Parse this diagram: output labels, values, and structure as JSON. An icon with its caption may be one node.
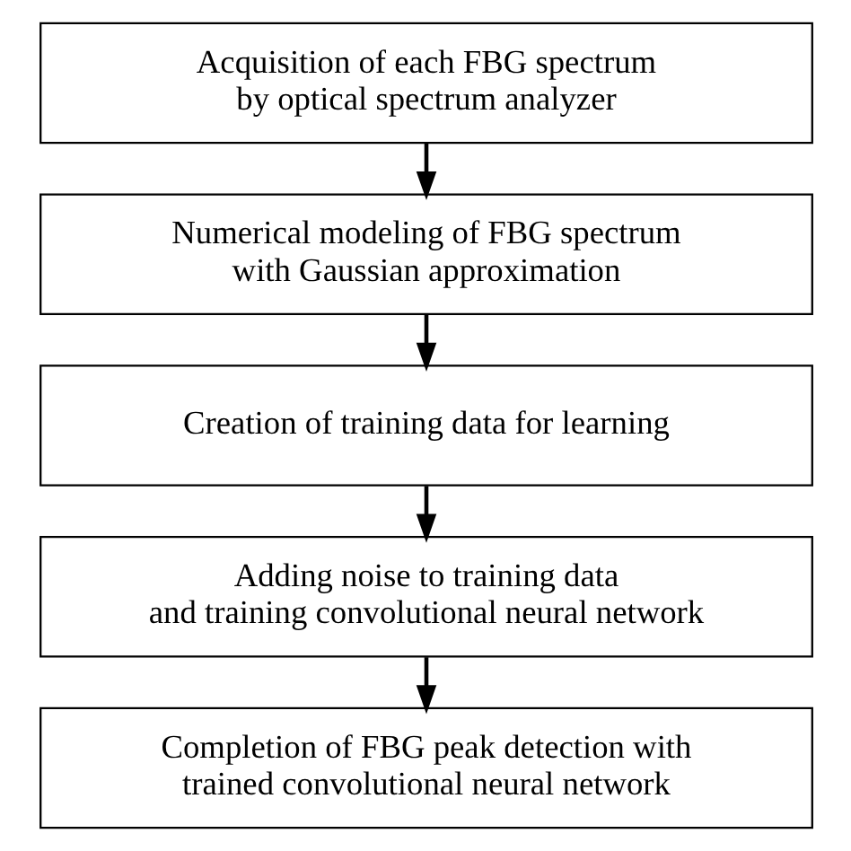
{
  "diagram": {
    "nodes": [
      {
        "text": [
          "Acquisition of each FBG spectrum by optical spectrum analyzer"
        ]
      },
      {
        "text": [
          "Numerical modeling of FBG spectrum with Gaussian approximation"
        ]
      },
      {
        "text": [
          "Creation of training data for learning"
        ]
      },
      {
        "text": [
          "Adding noise to training data and training convolutional neural network"
        ]
      },
      {
        "text": [
          "Completion of FBG peak detection with trained convolutional neural network"
        ]
      }
    ],
    "edges": [
      {
        "from": 0,
        "to": 1,
        "arrow": "to"
      },
      {
        "from": 1,
        "to": 2,
        "arrow": "to"
      },
      {
        "from": 2,
        "to": 3,
        "arrow": "to"
      },
      {
        "from": 3,
        "to": 4,
        "arrow": "to"
      }
    ]
  }
}
